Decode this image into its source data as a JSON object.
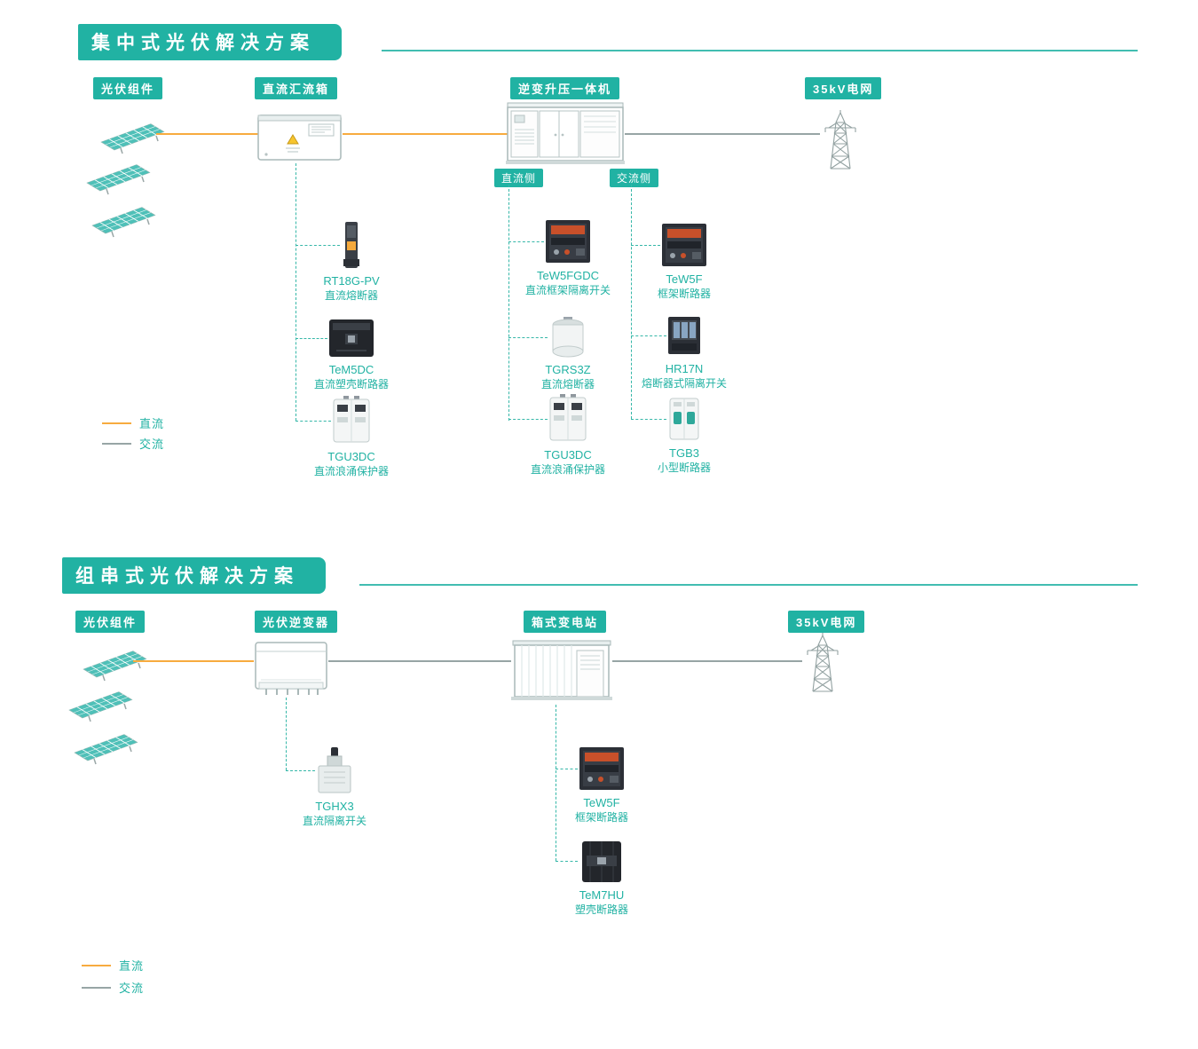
{
  "colors": {
    "accent_teal": "#21b2a3",
    "dc_orange": "#f7ab3f",
    "ac_gray": "#97a5a5"
  },
  "icons": {
    "solar_panel": "solar-panel-icon",
    "combiner_box": "combiner-box-icon",
    "inverter_station": "inverter-station-icon",
    "transmission_tower": "transmission-tower-icon",
    "string_inverter": "string-inverter-icon",
    "box_substation": "box-substation-icon",
    "fuse": "fuse-icon",
    "molded_case_breaker": "molded-case-breaker-icon",
    "surge_protector": "surge-protector-icon",
    "frame_breaker": "frame-breaker-icon",
    "cylindrical_fuse": "cylindrical-fuse-icon",
    "fuse_disconnect": "fuse-disconnect-icon",
    "miniature_breaker": "miniature-breaker-icon",
    "rotary_disconnect": "rotary-disconnect-icon"
  },
  "section1": {
    "title": "集中式光伏解决方案",
    "columns": {
      "pv": "光伏组件",
      "combiner": "直流汇流箱",
      "inverter": "逆变升压一体机",
      "grid": "35kV电网"
    },
    "badges": {
      "dc": "直流侧",
      "ac": "交流侧"
    },
    "combiner_products": [
      {
        "name": "RT18G-PV",
        "desc": "直流熔断器"
      },
      {
        "name": "TeM5DC",
        "desc": "直流塑壳断路器"
      },
      {
        "name": "TGU3DC",
        "desc": "直流浪涌保护器"
      }
    ],
    "dc_products": [
      {
        "name": "TeW5FGDC",
        "desc": "直流框架隔离开关"
      },
      {
        "name": "TGRS3Z",
        "desc": "直流熔断器"
      },
      {
        "name": "TGU3DC",
        "desc": "直流浪涌保护器"
      }
    ],
    "ac_products": [
      {
        "name": "TeW5F",
        "desc": "框架断路器"
      },
      {
        "name": "HR17N",
        "desc": "熔断器式隔离开关"
      },
      {
        "name": "TGB3",
        "desc": "小型断路器"
      }
    ],
    "legend": {
      "dc": "直流",
      "ac": "交流"
    }
  },
  "section2": {
    "title": "组串式光伏解决方案",
    "columns": {
      "pv": "光伏组件",
      "inverter": "光伏逆变器",
      "substation": "箱式变电站",
      "grid": "35kV电网"
    },
    "inverter_products": [
      {
        "name": "TGHX3",
        "desc": "直流隔离开关"
      }
    ],
    "substation_products": [
      {
        "name": "TeW5F",
        "desc": "框架断路器"
      },
      {
        "name": "TeM7HU",
        "desc": "塑壳断路器"
      }
    ],
    "legend": {
      "dc": "直流",
      "ac": "交流"
    }
  }
}
